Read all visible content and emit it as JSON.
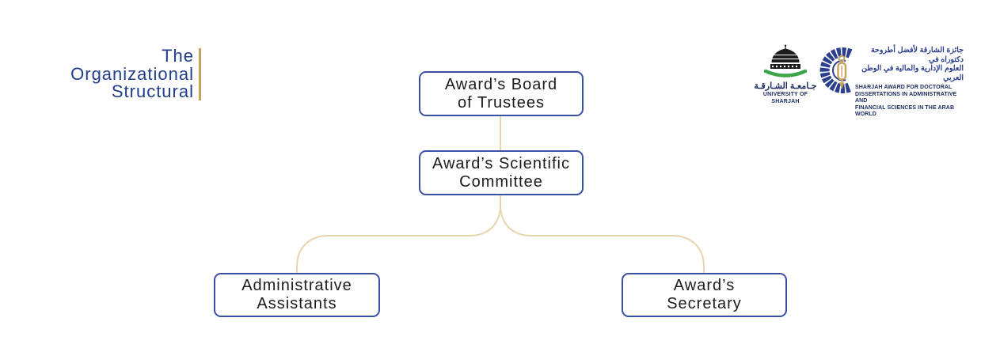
{
  "title": {
    "lines": [
      "The",
      "Organizational",
      "Structural"
    ],
    "text_color": "#203E8C",
    "accent_bar_color": "#C8A25C"
  },
  "logos": {
    "university": {
      "arabic_name": "جـامعـة الشـارقـة",
      "english_name": "UNIVERSITY OF SHARJAH",
      "dome_color": "#1c1c1c",
      "arc_color": "#3EA449",
      "text_color": "#1B2A5E"
    },
    "award": {
      "arabic_line1": "جائزة الشارقة لأفضل أطروحة دكتوراه في",
      "arabic_line2": "العلوم الإدارية والمالية في الوطن العربي",
      "english_line1": "SHARJAH AWARD FOR DOCTORAL",
      "english_line2": "DISSERTATIONS IN ADMINISTRATIVE AND",
      "english_line3": "FINANCIAL SCIENCES IN THE ARAB WORLD",
      "crescent_color": "#2B3F8F",
      "pen_color": "#C8A25C",
      "arabic_color": "#2B3F8F",
      "english_color": "#1B2A5E"
    }
  },
  "org_chart": {
    "box_border_color": "#3A50A5",
    "box_fill_color": "#ffffff",
    "connector_color": "#E8D5B0",
    "nodes": {
      "board": {
        "line1": "Award’s Board",
        "line2": "of Trustees"
      },
      "scientific": {
        "line1": "Award’s Scientific",
        "line2": "Committee"
      },
      "admin": {
        "line1": "Administrative",
        "line2": "Assistants"
      },
      "secretary": {
        "line1": "Award’s",
        "line2": "Secretary"
      }
    }
  }
}
